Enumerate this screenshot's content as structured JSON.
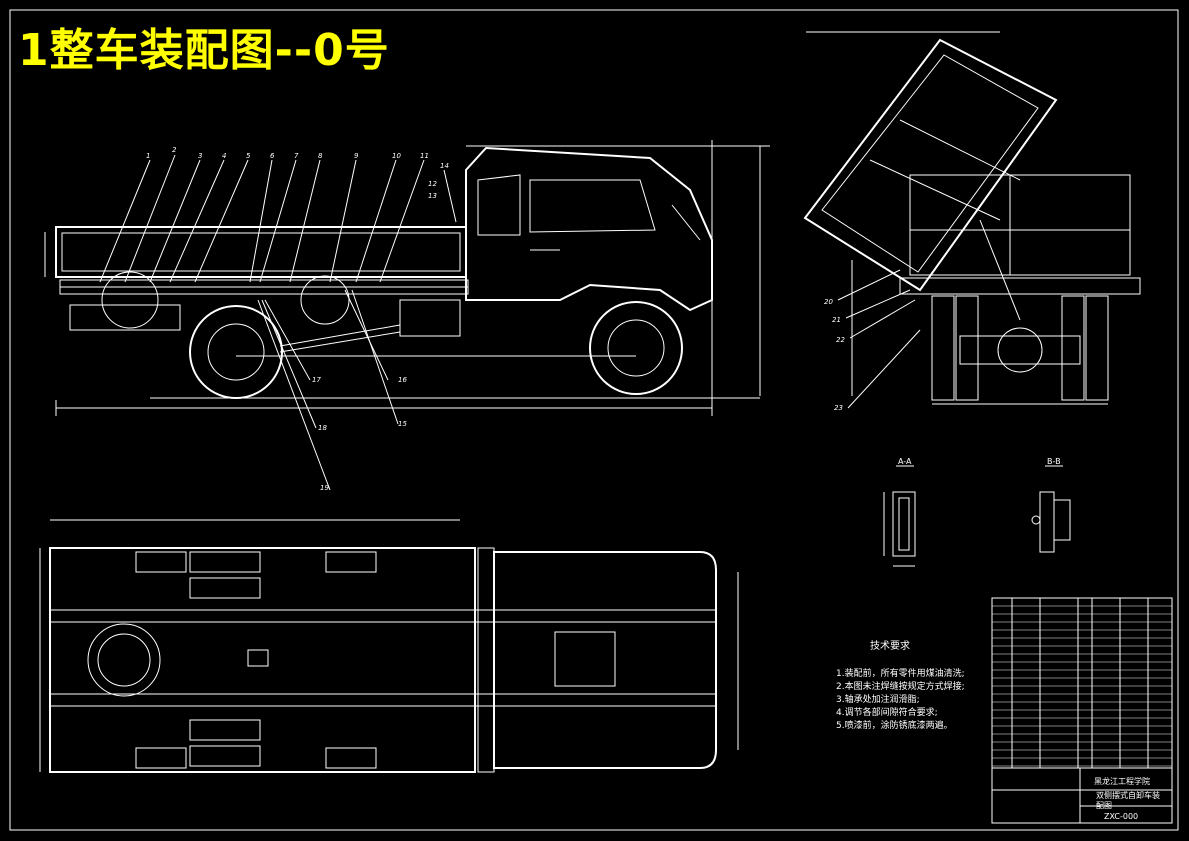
{
  "title": "1整车装配图--0号",
  "side_view_labels": [
    "1",
    "2",
    "3",
    "4",
    "5",
    "6",
    "7",
    "8",
    "9",
    "10",
    "11",
    "12",
    "13",
    "14",
    "15",
    "16",
    "17",
    "18",
    "19"
  ],
  "rear_view_labels": [
    "20",
    "21",
    "22",
    "23"
  ],
  "section_labels": [
    "A-A",
    "B-B"
  ],
  "technical_requirements": {
    "heading": "技术要求",
    "items": [
      "1.装配前，所有零件用煤油清洗;",
      "2.本图未注焊缝按规定方式焊接;",
      "3.轴承处加注润滑脂;",
      "4.调节各部间隙符合要求;",
      "5.喷漆前，涂防锈底漆两遍。"
    ]
  },
  "title_block": {
    "school": "黑龙江工程学院",
    "drawing_name": "双侧摆式自卸车装配图",
    "drawing_number": "ZXC-000"
  }
}
